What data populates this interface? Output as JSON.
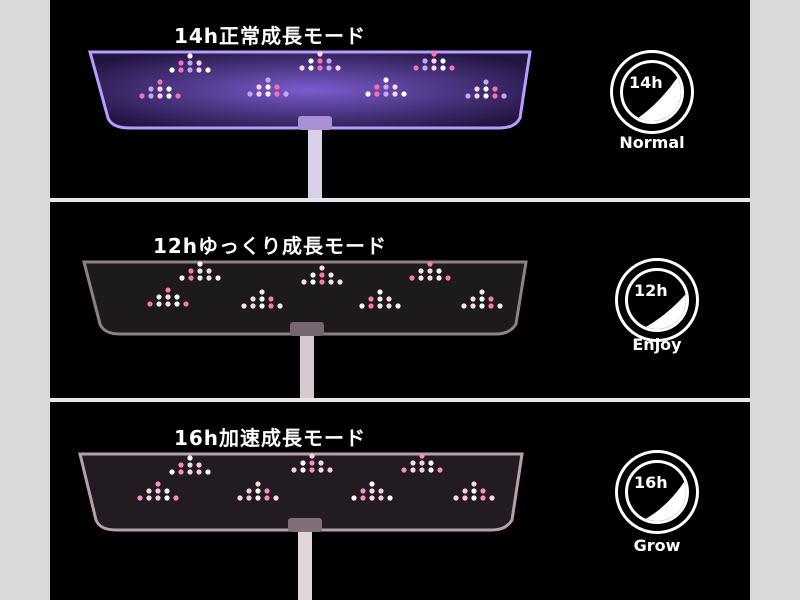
{
  "modes": [
    {
      "title": "14h正常成長モード",
      "hours": "14h",
      "label": "Normal"
    },
    {
      "title": "12hゆっくり成長モード",
      "hours": "12h",
      "label": "Enjoy"
    },
    {
      "title": "16h加速成長モード",
      "hours": "16h",
      "label": "Grow"
    }
  ],
  "colors": {
    "background": "#000000",
    "separator": "#e6e6e6",
    "panel_glow_normal": "#8f6cff",
    "panel_glow_enjoy": "#b7a3b0",
    "panel_glow_grow": "#c9aebd",
    "badge": "#ffffff"
  }
}
